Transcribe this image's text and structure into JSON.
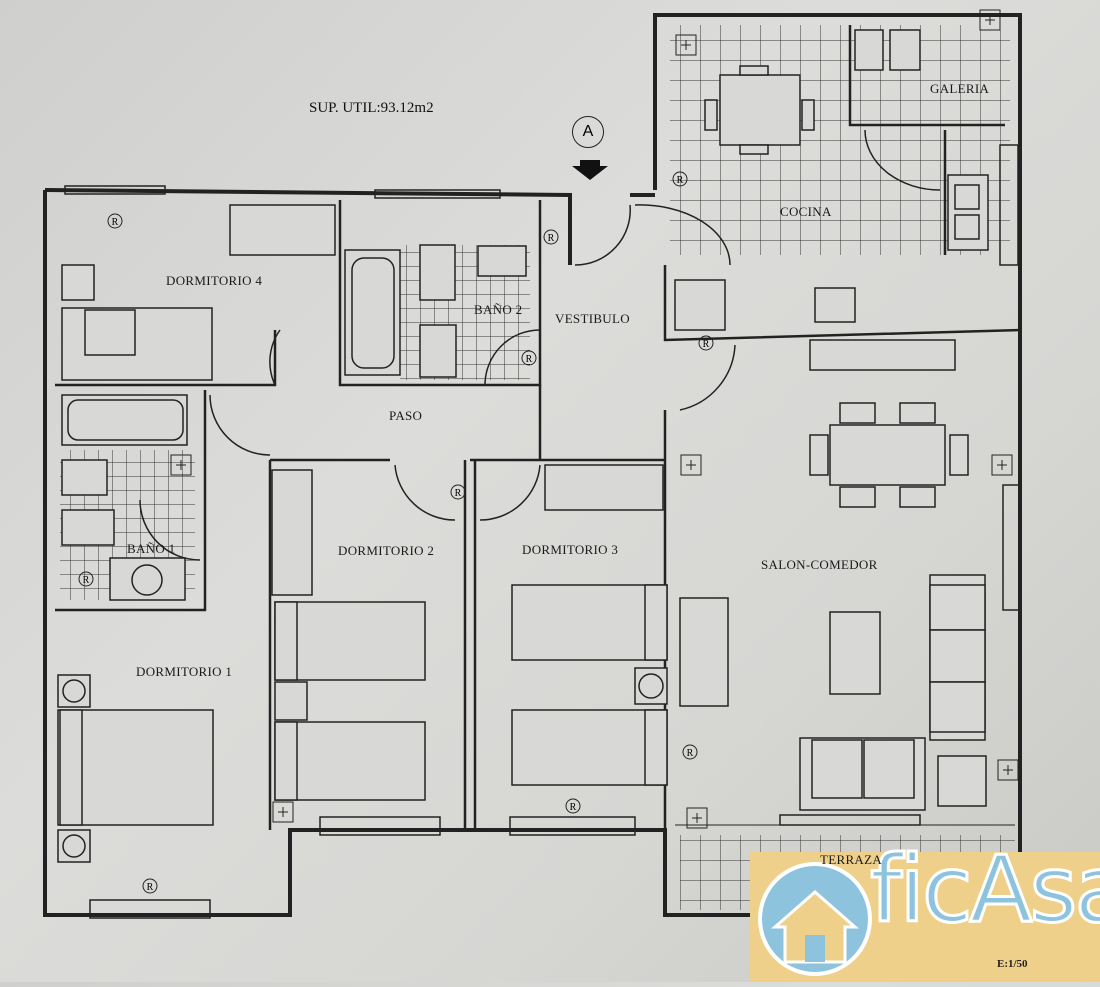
{
  "plan": {
    "area_label": "SUP. UTIL:93.12m2",
    "section_marker": "A",
    "scale": "E:1/50",
    "outlet_symbol": "R",
    "rooms": {
      "galeria": "GALERIA",
      "cocina": "COCINA",
      "dormitorio4": "DORMITORIO 4",
      "bano2": "BAÑO 2",
      "vestibulo": "VESTIBULO",
      "paso": "PASO",
      "bano1": "BAÑO 1",
      "dormitorio2": "DORMITORIO 2",
      "dormitorio3": "DORMITORIO 3",
      "salon": "SALON-COMEDOR",
      "dormitorio1": "DORMITORIO 1",
      "terraza": "TERRAZA"
    }
  },
  "logo": {
    "text": "ficAsa",
    "brand": "Oficasa",
    "color": "#8ec3de",
    "background": "#eed08a"
  }
}
